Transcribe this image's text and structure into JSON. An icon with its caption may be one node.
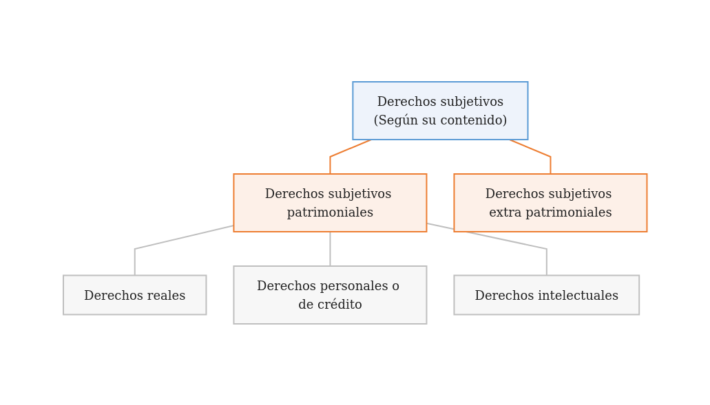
{
  "diagram": {
    "nodes": [
      {
        "text": [
          "Derechos subjetivos",
          "(Según su contenido)"
        ]
      },
      {
        "text": [
          "Derechos subjetivos patrimoniales"
        ]
      },
      {
        "text": [
          "Derechos subjetivos extra patrimoniales"
        ]
      },
      {
        "text": [
          "Derechos reales"
        ]
      },
      {
        "text": [
          "Derechos personales o de crédito"
        ]
      },
      {
        "text": [
          "Derechos intelectuales"
        ]
      }
    ],
    "edges": [
      {
        "from": 0,
        "to": 1,
        "arrow": "none",
        "color": "#ed7d31"
      },
      {
        "from": 0,
        "to": 2,
        "arrow": "none",
        "color": "#ed7d31"
      },
      {
        "from": 1,
        "to": 3,
        "arrow": "none"
      },
      {
        "from": 1,
        "to": 4,
        "arrow": "none"
      },
      {
        "from": 1,
        "to": 5,
        "arrow": "none"
      }
    ]
  }
}
